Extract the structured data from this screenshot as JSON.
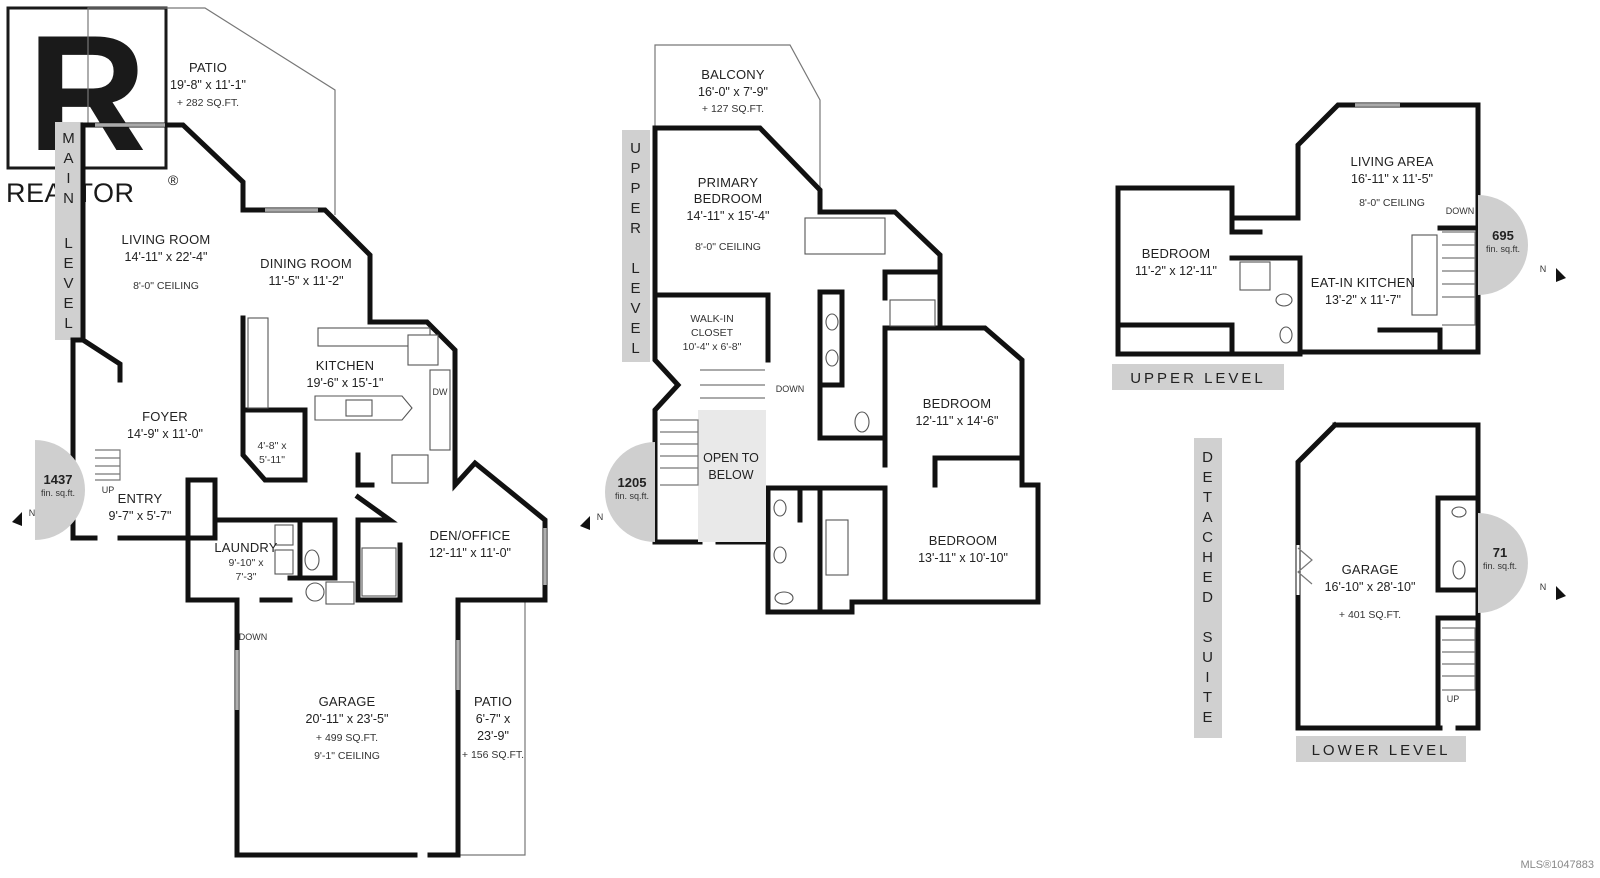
{
  "branding": {
    "logo_letter": "R",
    "logo_text": "REALTOR",
    "registered_mark": "®",
    "mls_number": "MLS®1047883"
  },
  "colors": {
    "wall": "#111111",
    "label_band": "#d0d0d0",
    "area_disc": "#cfcfcf"
  },
  "levels": {
    "main": {
      "label": [
        "M",
        "A",
        "I",
        "N",
        "",
        "L",
        "E",
        "V",
        "E",
        "L"
      ],
      "area_value": "1437",
      "area_unit": "fin. sq.ft."
    },
    "upper": {
      "label": [
        "U",
        "P",
        "P",
        "E",
        "R",
        "",
        "L",
        "E",
        "V",
        "E",
        "L"
      ],
      "area_value": "1205",
      "area_unit": "fin. sq.ft."
    },
    "suite_upper": {
      "label": "UPPER LEVEL",
      "area_value": "695",
      "area_unit": "fin. sq.ft."
    },
    "suite_lower": {
      "label": "LOWER LEVEL",
      "area_value": "71",
      "area_unit": "fin. sq.ft."
    },
    "detached": {
      "label": [
        "D",
        "E",
        "T",
        "A",
        "C",
        "H",
        "E",
        "D",
        "",
        "S",
        "U",
        "I",
        "T",
        "E"
      ]
    }
  },
  "rooms": {
    "patio_top": {
      "name": "PATIO",
      "dims": "19'-8\" x 11'-1\"",
      "extra": "+ 282 SQ.FT."
    },
    "living_room": {
      "name": "LIVING ROOM",
      "dims": "14'-11\" x 22'-4\"",
      "ceiling": "8'-0\" CEILING"
    },
    "dining_room": {
      "name": "DINING ROOM",
      "dims": "11'-5\" x 11'-2\""
    },
    "kitchen": {
      "name": "KITCHEN",
      "dims": "19'-6\" x 15'-1\""
    },
    "pantry": {
      "line1": "4'-8\" x",
      "line2": "5'-11\""
    },
    "foyer": {
      "name": "FOYER",
      "dims": "14'-9\" x 11'-0\""
    },
    "entry": {
      "name": "ENTRY",
      "dims": "9'-7\" x 5'-7\""
    },
    "laundry": {
      "name": "LAUNDRY",
      "line1": "9'-10\" x",
      "line2": "7'-3\""
    },
    "den_office": {
      "name": "DEN/OFFICE",
      "dims": "12'-11\" x 11'-0\""
    },
    "garage_main": {
      "name": "GARAGE",
      "dims": "20'-11\" x 23'-5\"",
      "extra": "+ 499 SQ.FT.",
      "ceiling": "9'-1\" CEILING"
    },
    "patio_side": {
      "name": "PATIO",
      "line1": "6'-7\" x",
      "line2": "23'-9\"",
      "extra": "+ 156 SQ.FT."
    },
    "balcony": {
      "name": "BALCONY",
      "dims": "16'-0\" x 7'-9\"",
      "extra": "+ 127 SQ.FT."
    },
    "primary_bedroom": {
      "line1": "PRIMARY",
      "line2": "BEDROOM",
      "dims": "14'-11\" x 15'-4\"",
      "ceiling": "8'-0\" CEILING"
    },
    "walkin_closet": {
      "line1": "WALK-IN",
      "line2": "CLOSET",
      "dims": "10'-4\" x 6'-8\""
    },
    "open_to_below": {
      "line1": "OPEN TO",
      "line2": "BELOW"
    },
    "bedroom_upper_1": {
      "name": "BEDROOM",
      "dims": "12'-11\" x 14'-6\""
    },
    "bedroom_upper_2": {
      "name": "BEDROOM",
      "dims": "13'-11\" x 10'-10\""
    },
    "suite_bedroom": {
      "name": "BEDROOM",
      "dims": "11'-2\" x 12'-11\""
    },
    "suite_living": {
      "name": "LIVING AREA",
      "dims": "16'-11\" x 11'-5\"",
      "ceiling": "8'-0\" CEILING"
    },
    "suite_kitchen": {
      "name": "EAT-IN KITCHEN",
      "dims": "13'-2\" x 11'-7\""
    },
    "suite_garage": {
      "name": "GARAGE",
      "dims": "16'-10\" x 28'-10\"",
      "extra": "+ 401 SQ.FT."
    }
  },
  "annotations": {
    "up": "UP",
    "down": "DOWN",
    "dw": "DW",
    "north": "N"
  }
}
